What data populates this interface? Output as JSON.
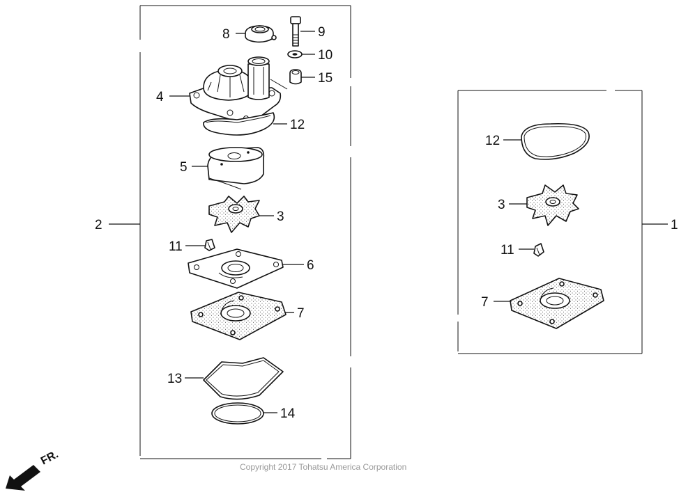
{
  "copyright": "Copyright 2017 Tohatsu America Corporation",
  "front_marker": "FR.",
  "callouts": {
    "c1": "1",
    "c2": "2",
    "c3a": "3",
    "c3b": "3",
    "c4": "4",
    "c5": "5",
    "c6": "6",
    "c7a": "7",
    "c7b": "7",
    "c8": "8",
    "c9": "9",
    "c10": "10",
    "c11a": "11",
    "c11b": "11",
    "c12a": "12",
    "c12b": "12",
    "c13": "13",
    "c14": "14",
    "c15": "15"
  }
}
